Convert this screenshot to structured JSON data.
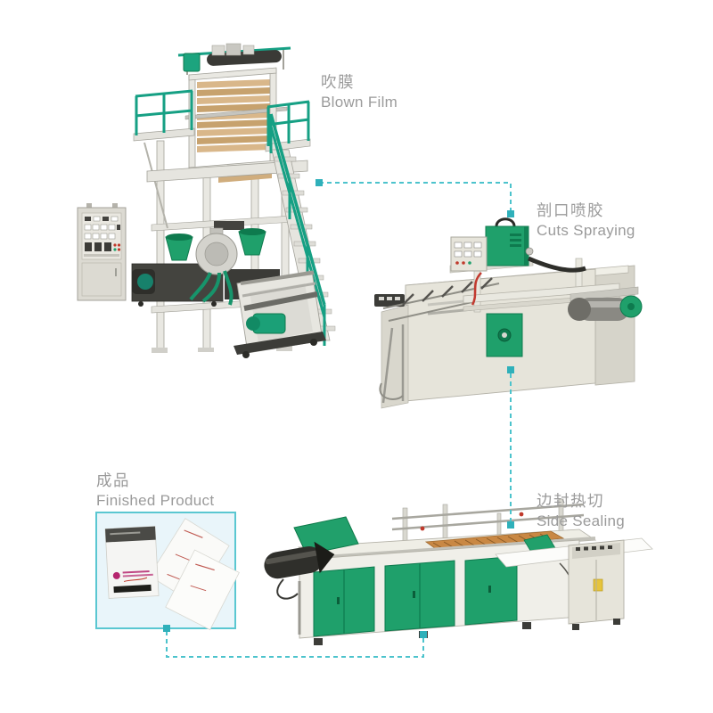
{
  "stages": {
    "blown_film": {
      "zh": "吹膜",
      "en": "Blown Film"
    },
    "cuts_spraying": {
      "zh": "剖口喷胶",
      "en": "Cuts Spraying"
    },
    "side_sealing": {
      "zh": "边封热切",
      "en": "Side Sealing"
    },
    "finished_product": {
      "zh": "成品",
      "en": "Finished Product"
    }
  },
  "colors": {
    "background": "#ffffff",
    "label_text": "#9b9b9b",
    "connector_dash": "#4cc3cc",
    "connector_node": "#2fb0ba",
    "machine_green": "#1fa06b",
    "machine_green_dark": "#0e7a4e",
    "rail_green": "#16a084",
    "steel_light": "#e9e8e2",
    "steel_stroke": "#a3a29a",
    "body_beige": "#e6e4da",
    "roller_tan": "#d7b486",
    "conveyor_orange": "#c98844",
    "dark_metal": "#3c3c38",
    "product_box_fill": "#e9f5fa",
    "product_box_border": "#5ac7d1",
    "bag_label_magenta": "#b5256e"
  }
}
